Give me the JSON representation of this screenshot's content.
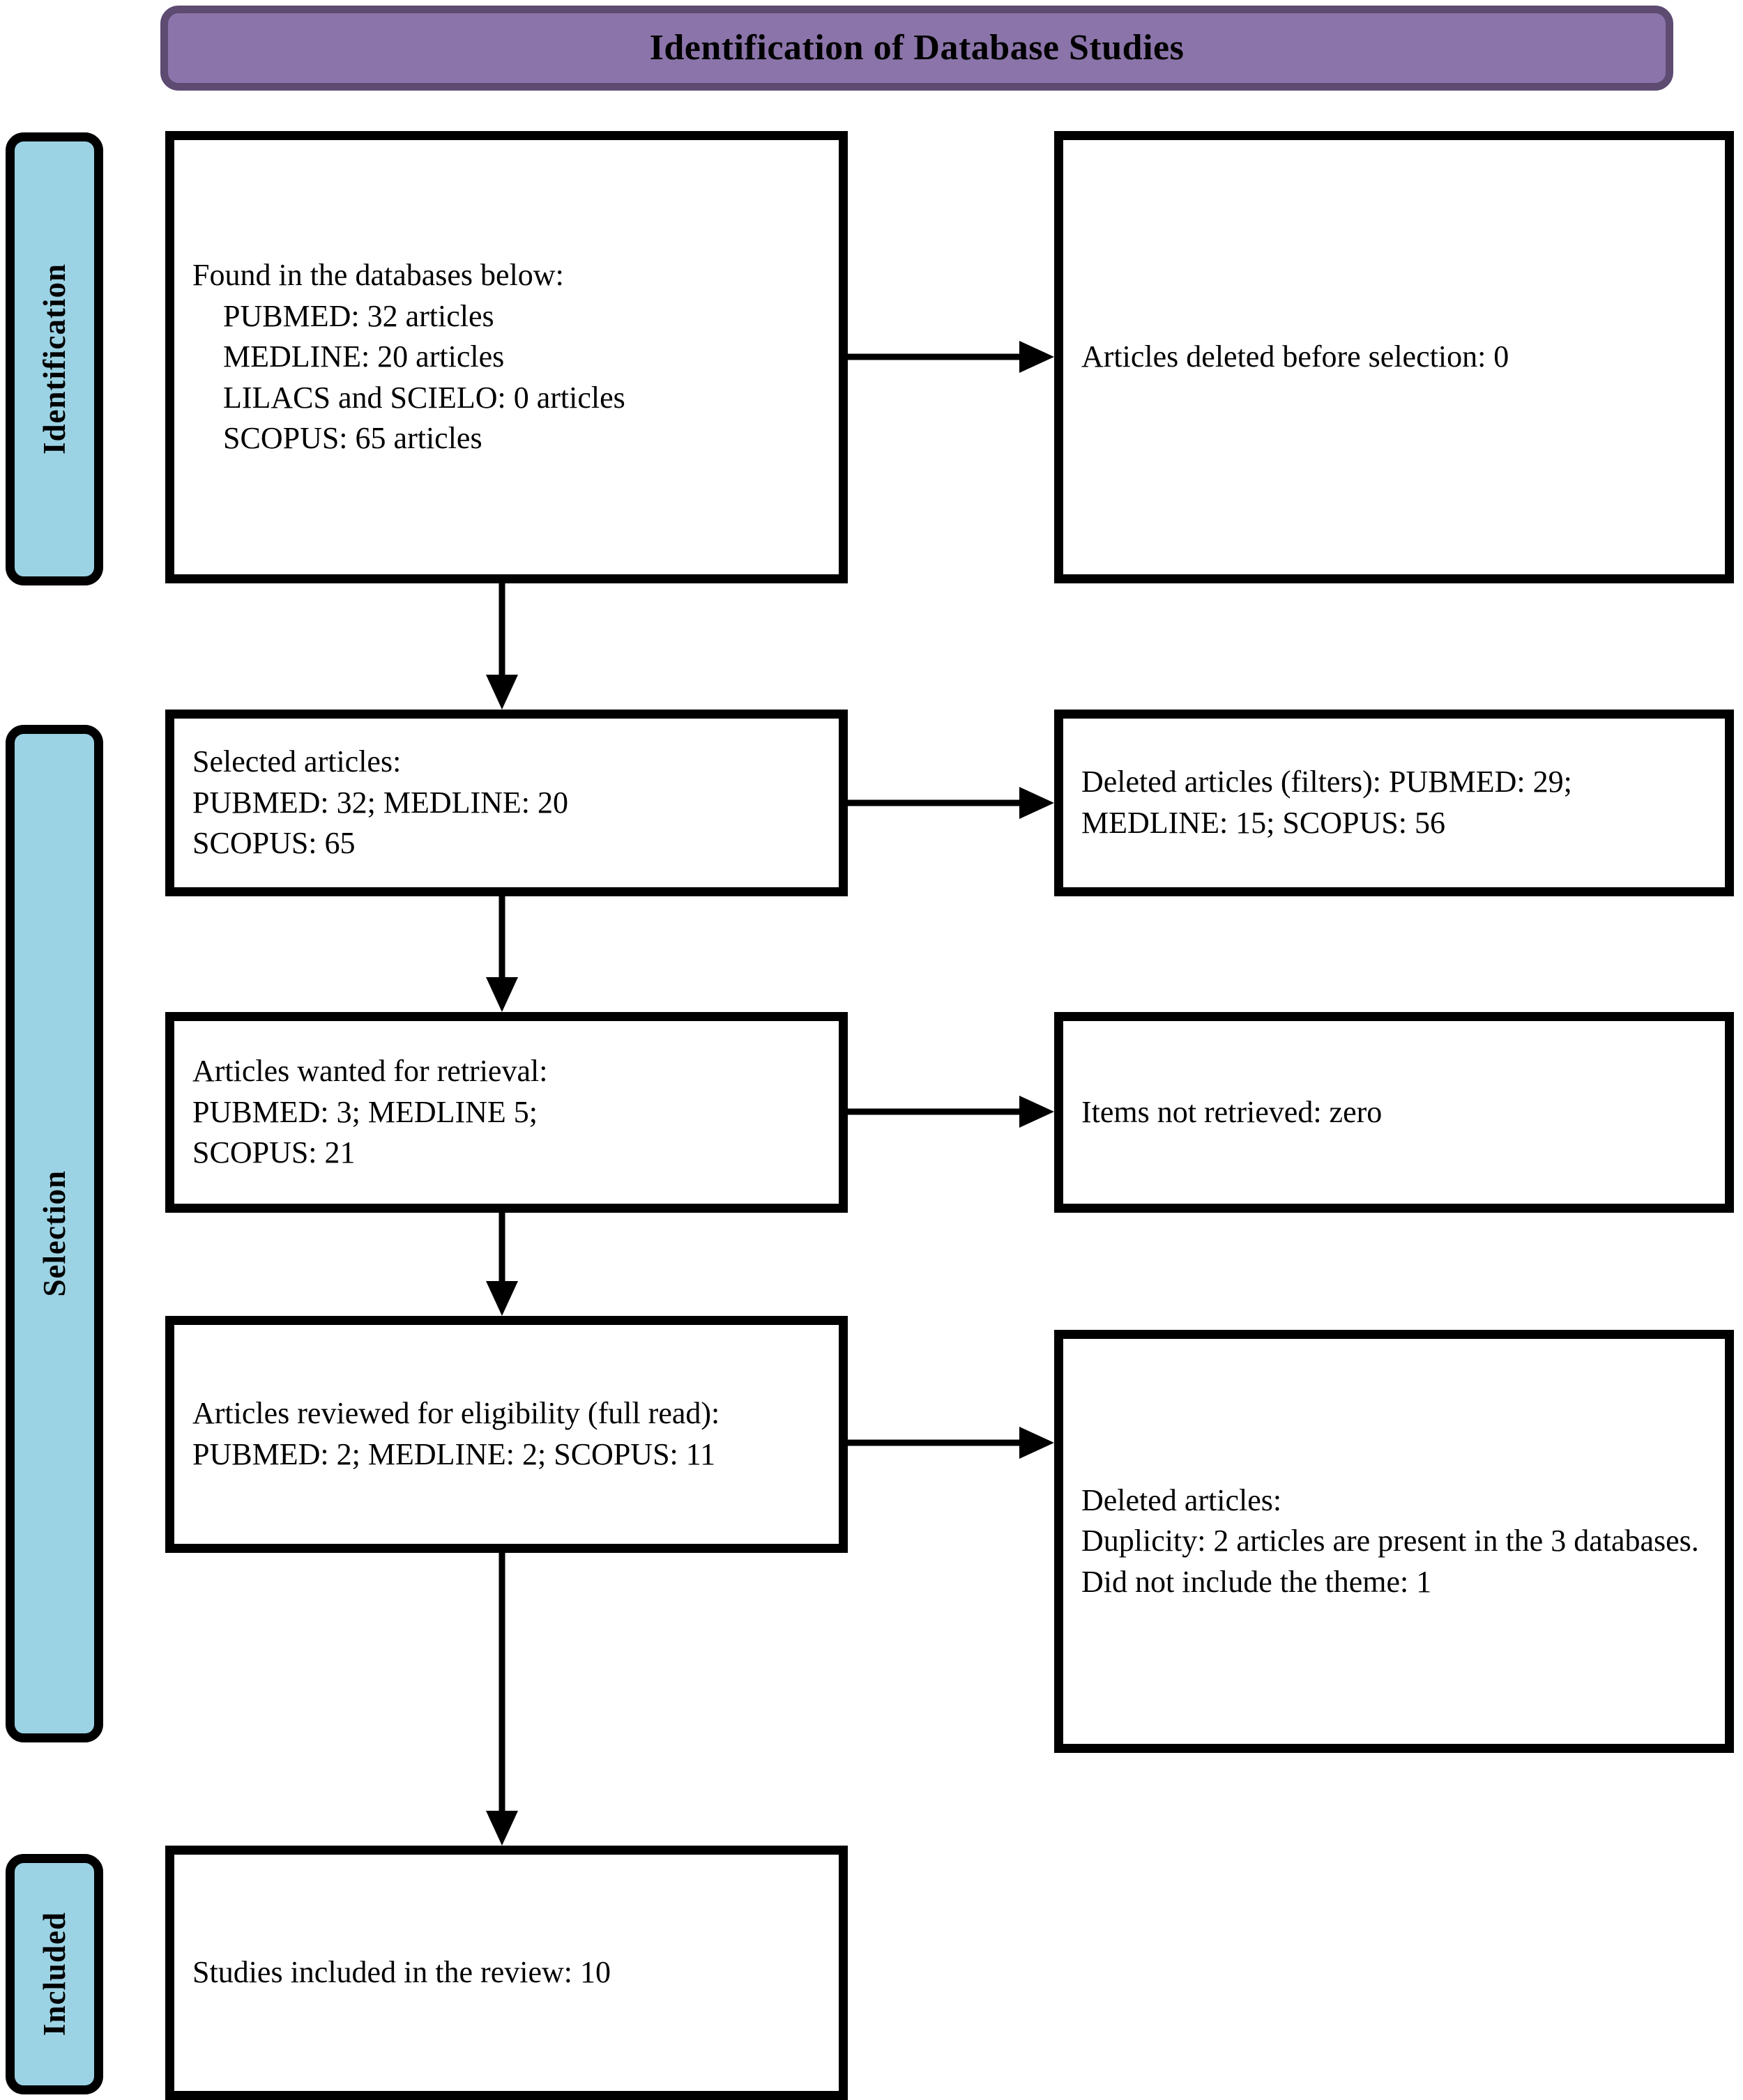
{
  "header": {
    "title": "Identification of Database Studies",
    "fill_color": "#8b74a9",
    "border_color": "#5d4b72"
  },
  "stages": {
    "tab_fill_color": "#9cd3e4",
    "tab_border_color": "#000000",
    "items": [
      {
        "id": "identification",
        "label": "Identification"
      },
      {
        "id": "selection",
        "label": "Selection"
      },
      {
        "id": "included",
        "label": "Included"
      }
    ]
  },
  "boxes": {
    "found": {
      "text": "Found in the databases below:\n    PUBMED: 32 articles\n    MEDLINE: 20 articles\n    LILACS and SCIELO: 0 articles\n    SCOPUS: 65 articles"
    },
    "deleted_before": {
      "text": "Articles deleted before selection: 0"
    },
    "selected": {
      "text": "Selected articles:\nPUBMED: 32; MEDLINE: 20\nSCOPUS: 65"
    },
    "deleted_filters": {
      "text": "Deleted articles (filters): PUBMED: 29; MEDLINE: 15; SCOPUS: 56"
    },
    "retrieval": {
      "text": "Articles wanted for retrieval:\nPUBMED: 3; MEDLINE 5;\nSCOPUS: 21"
    },
    "not_retrieved": {
      "text": "Items not retrieved: zero"
    },
    "eligibility": {
      "text": "Articles reviewed for eligibility (full read): PUBMED: 2; MEDLINE: 2; SCOPUS: 11"
    },
    "deleted_final": {
      "text": "Deleted articles:\nDuplicity: 2 articles are present in the 3 databases.\nDid not include the theme: 1"
    },
    "included": {
      "text": "Studies included in the review: 10"
    }
  },
  "chart_data": {
    "type": "diagram",
    "title": "Identification of Database Studies",
    "diagram_kind": "PRISMA flow diagram",
    "stages": [
      "Identification",
      "Selection",
      "Included"
    ],
    "nodes": [
      {
        "id": "found",
        "stage": "Identification",
        "column": "left",
        "label": "Found in the databases below: PUBMED: 32 articles; MEDLINE: 20 articles; LILACS and SCIELO: 0 articles; SCOPUS: 65 articles",
        "counts": {
          "PUBMED": 32,
          "MEDLINE": 20,
          "LILACS and SCIELO": 0,
          "SCOPUS": 65
        }
      },
      {
        "id": "deleted_before",
        "stage": "Identification",
        "column": "right",
        "label": "Articles deleted before selection: 0",
        "counts": {
          "deleted_before_selection": 0
        }
      },
      {
        "id": "selected",
        "stage": "Selection",
        "column": "left",
        "label": "Selected articles: PUBMED: 32; MEDLINE: 20; SCOPUS: 65",
        "counts": {
          "PUBMED": 32,
          "MEDLINE": 20,
          "SCOPUS": 65
        }
      },
      {
        "id": "deleted_filters",
        "stage": "Selection",
        "column": "right",
        "label": "Deleted articles (filters): PUBMED: 29; MEDLINE: 15; SCOPUS: 56",
        "counts": {
          "PUBMED": 29,
          "MEDLINE": 15,
          "SCOPUS": 56
        }
      },
      {
        "id": "retrieval",
        "stage": "Selection",
        "column": "left",
        "label": "Articles wanted for retrieval: PUBMED: 3; MEDLINE 5; SCOPUS: 21",
        "counts": {
          "PUBMED": 3,
          "MEDLINE": 5,
          "SCOPUS": 21
        }
      },
      {
        "id": "not_retrieved",
        "stage": "Selection",
        "column": "right",
        "label": "Items not retrieved: zero",
        "counts": {
          "not_retrieved": 0
        }
      },
      {
        "id": "eligibility",
        "stage": "Selection",
        "column": "left",
        "label": "Articles reviewed for eligibility (full read): PUBMED: 2; MEDLINE: 2; SCOPUS: 11",
        "counts": {
          "PUBMED": 2,
          "MEDLINE": 2,
          "SCOPUS": 11
        }
      },
      {
        "id": "deleted_final",
        "stage": "Selection",
        "column": "right",
        "label": "Deleted articles: Duplicity: 2 articles are present in the 3 databases. Did not include the theme: 1",
        "counts": {
          "duplicity": 2,
          "did_not_include_theme": 1
        }
      },
      {
        "id": "included",
        "stage": "Included",
        "column": "left",
        "label": "Studies included in the review: 10",
        "counts": {
          "studies_included": 10
        }
      }
    ],
    "edges": [
      {
        "from": "found",
        "to": "deleted_before",
        "direction": "right"
      },
      {
        "from": "found",
        "to": "selected",
        "direction": "down"
      },
      {
        "from": "selected",
        "to": "deleted_filters",
        "direction": "right"
      },
      {
        "from": "selected",
        "to": "retrieval",
        "direction": "down"
      },
      {
        "from": "retrieval",
        "to": "not_retrieved",
        "direction": "right"
      },
      {
        "from": "retrieval",
        "to": "eligibility",
        "direction": "down"
      },
      {
        "from": "eligibility",
        "to": "deleted_final",
        "direction": "right"
      },
      {
        "from": "eligibility",
        "to": "included",
        "direction": "down"
      }
    ]
  }
}
